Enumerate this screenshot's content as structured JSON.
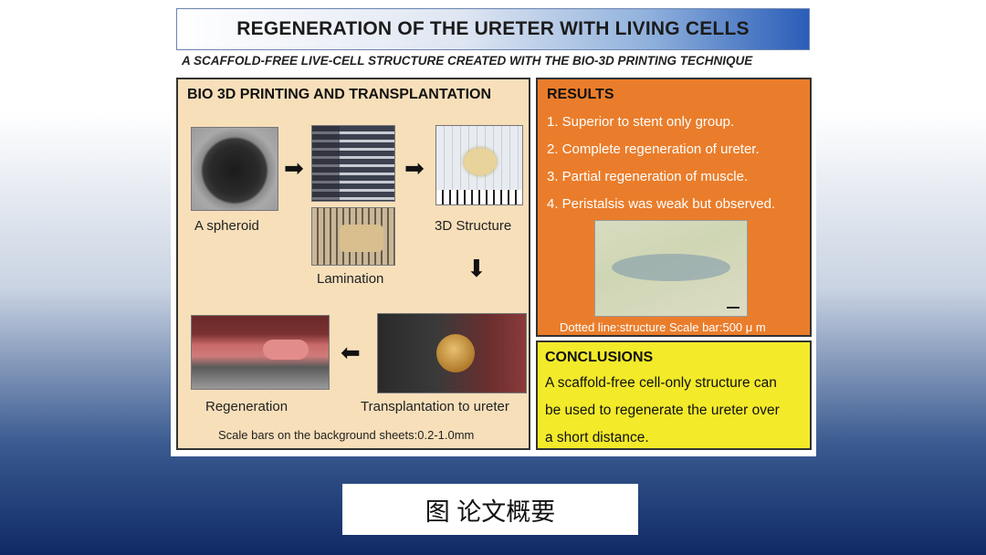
{
  "poster": {
    "title": "REGENERATION OF THE URETER WITH LIVING CELLS",
    "subtitle": "A SCAFFOLD-FREE LIVE-CELL STRUCTURE CREATED WITH THE BIO-3D PRINTING TECHNIQUE",
    "left_panel": {
      "heading": "BIO 3D PRINTING AND TRANSPLANTATION",
      "labels": {
        "spheroid": "A spheroid",
        "lamination": "Lamination",
        "structure": "3D Structure",
        "regeneration": "Regeneration",
        "transplantation": "Transplantation to ureter"
      },
      "scale_note": "Scale bars on the background sheets:0.2-1.0mm",
      "arrows": {
        "right": "➡",
        "down": "⬇",
        "left": "⬅"
      }
    },
    "results": {
      "heading": "RESULTS",
      "items": [
        "1.  Superior to stent only group.",
        "2. Complete regeneration of ureter.",
        "3. Partial regeneration of muscle.",
        "4. Peristalsis was weak but observed."
      ],
      "footer": "Dotted line:structure   Scale bar:500 μ m"
    },
    "conclusions": {
      "heading": "CONCLUSIONS",
      "lines": [
        "A scaffold-free cell-only structure can",
        "be used to regenerate the ureter over",
        "a short distance."
      ]
    }
  },
  "caption": "图 论文概要",
  "colors": {
    "results_bg": "#ea7d2b",
    "conclusions_bg": "#f3ea2a",
    "left_panel_bg": "#f7dfba",
    "title_gradient_end": "#2a5db8",
    "background_bottom": "#102a66"
  }
}
